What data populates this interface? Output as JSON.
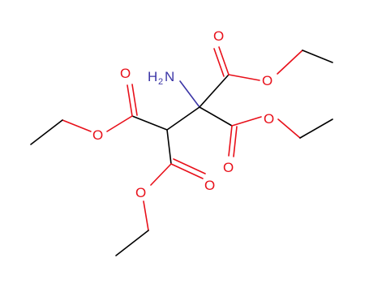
{
  "molecule": {
    "atoms": {
      "o1": "O",
      "o2": "O",
      "o3": "O",
      "o4": "O",
      "o5": "O",
      "o6": "O",
      "o7": "O",
      "o8": "O",
      "amine": {
        "symbol": "H",
        "subscript": "2",
        "n": "N"
      }
    },
    "colors": {
      "oxygen": "#e8101a",
      "nitrogen": "#3b35a6",
      "carbon_bonds": "#000000"
    }
  }
}
